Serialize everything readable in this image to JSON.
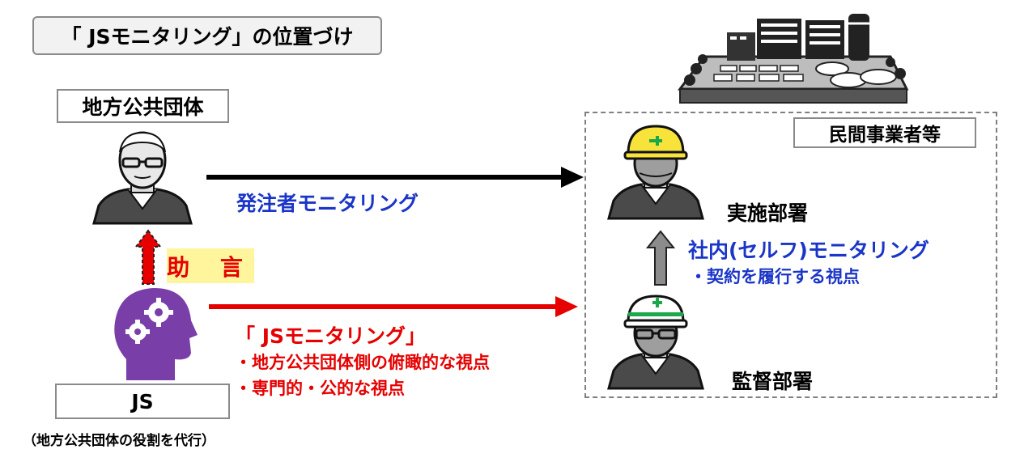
{
  "title": "「 JSモニタリング」の位置づけ",
  "local_gov_label": "地方公共団体",
  "js_label": "JS",
  "js_note": "（地方公共団体の役割を代行）",
  "private_label": "民間事業者等",
  "ordering_monitoring": "発注者モニタリング",
  "advice": "助 言",
  "js_monitoring": {
    "title": "「 JSモニタリング」",
    "points": [
      "・地方公共団体側の俯瞰的な視点",
      "・専門的・公的な視点"
    ]
  },
  "implementation_dept": "実施部署",
  "supervision_dept": "監督部署",
  "internal_monitoring": {
    "title": "社内(セルフ)モニタリング",
    "point": "・契約を履行する視点"
  },
  "colors": {
    "accent_red": "#e60000",
    "accent_blue": "#1a35c8",
    "advice_bg": "#fff59d",
    "js_purple": "#7a3ea8",
    "helmet_yellow": "#f8e33b"
  },
  "icons": [
    "facility-icon",
    "elderly-official-icon",
    "worker-yellow-helmet-icon",
    "worker-white-helmet-icon",
    "brain-gears-icon"
  ]
}
